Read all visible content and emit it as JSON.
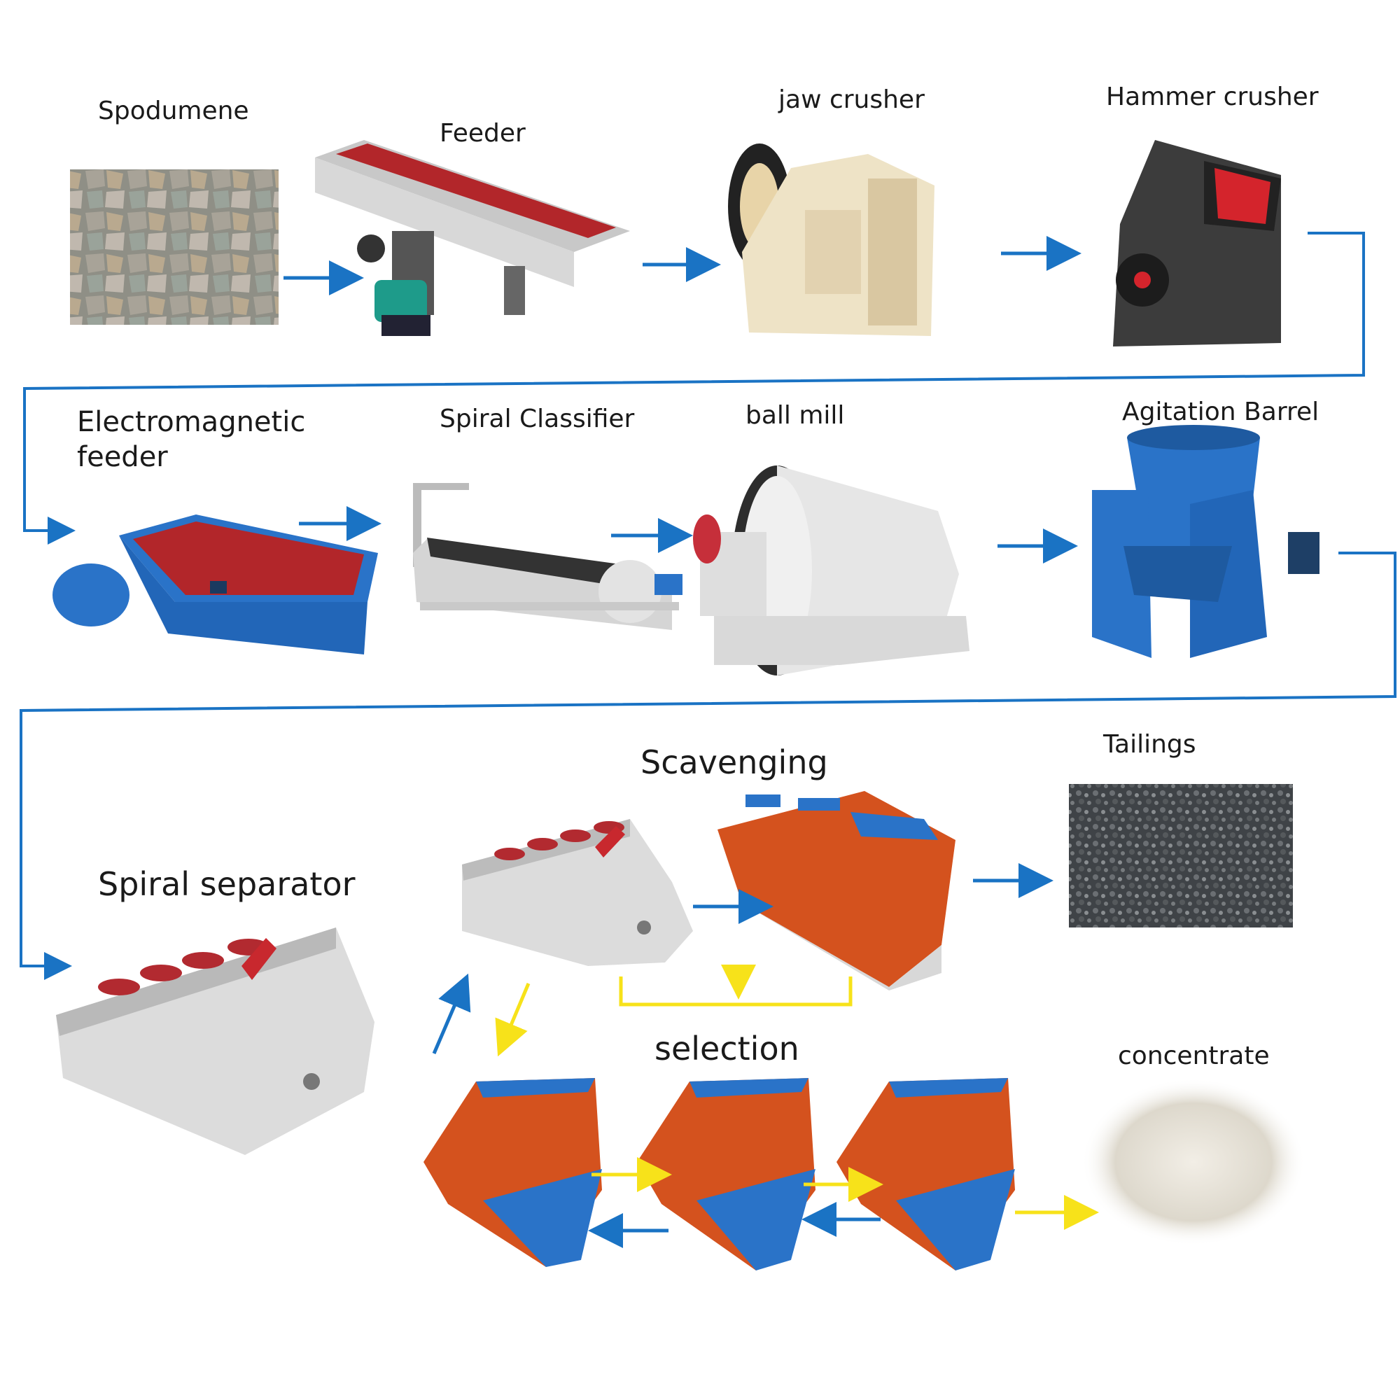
{
  "labels": {
    "spodumene": "Spodumene",
    "feeder": "Feeder",
    "jaw_crusher": "jaw crusher",
    "hammer_crusher": "Hammer crusher",
    "electromagnetic_feeder_line1": "Electromagnetic",
    "electromagnetic_feeder_line2": "feeder",
    "spiral_classifier": "Spiral Classifier",
    "ball_mill": "ball mill",
    "agitation_barrel": "Agitation Barrel",
    "scavenging": "Scavenging",
    "tailings": "Tailings",
    "spiral_separator": "Spiral separator",
    "selection": "selection",
    "concentrate": "concentrate"
  },
  "colors": {
    "flow_blue": "#1a73c4",
    "flow_yellow": "#f7e21a",
    "machine_red": "#a52a2a",
    "machine_blue": "#2a73c8",
    "machine_orange": "#d4521e",
    "machine_grey": "#dcdcdc"
  }
}
